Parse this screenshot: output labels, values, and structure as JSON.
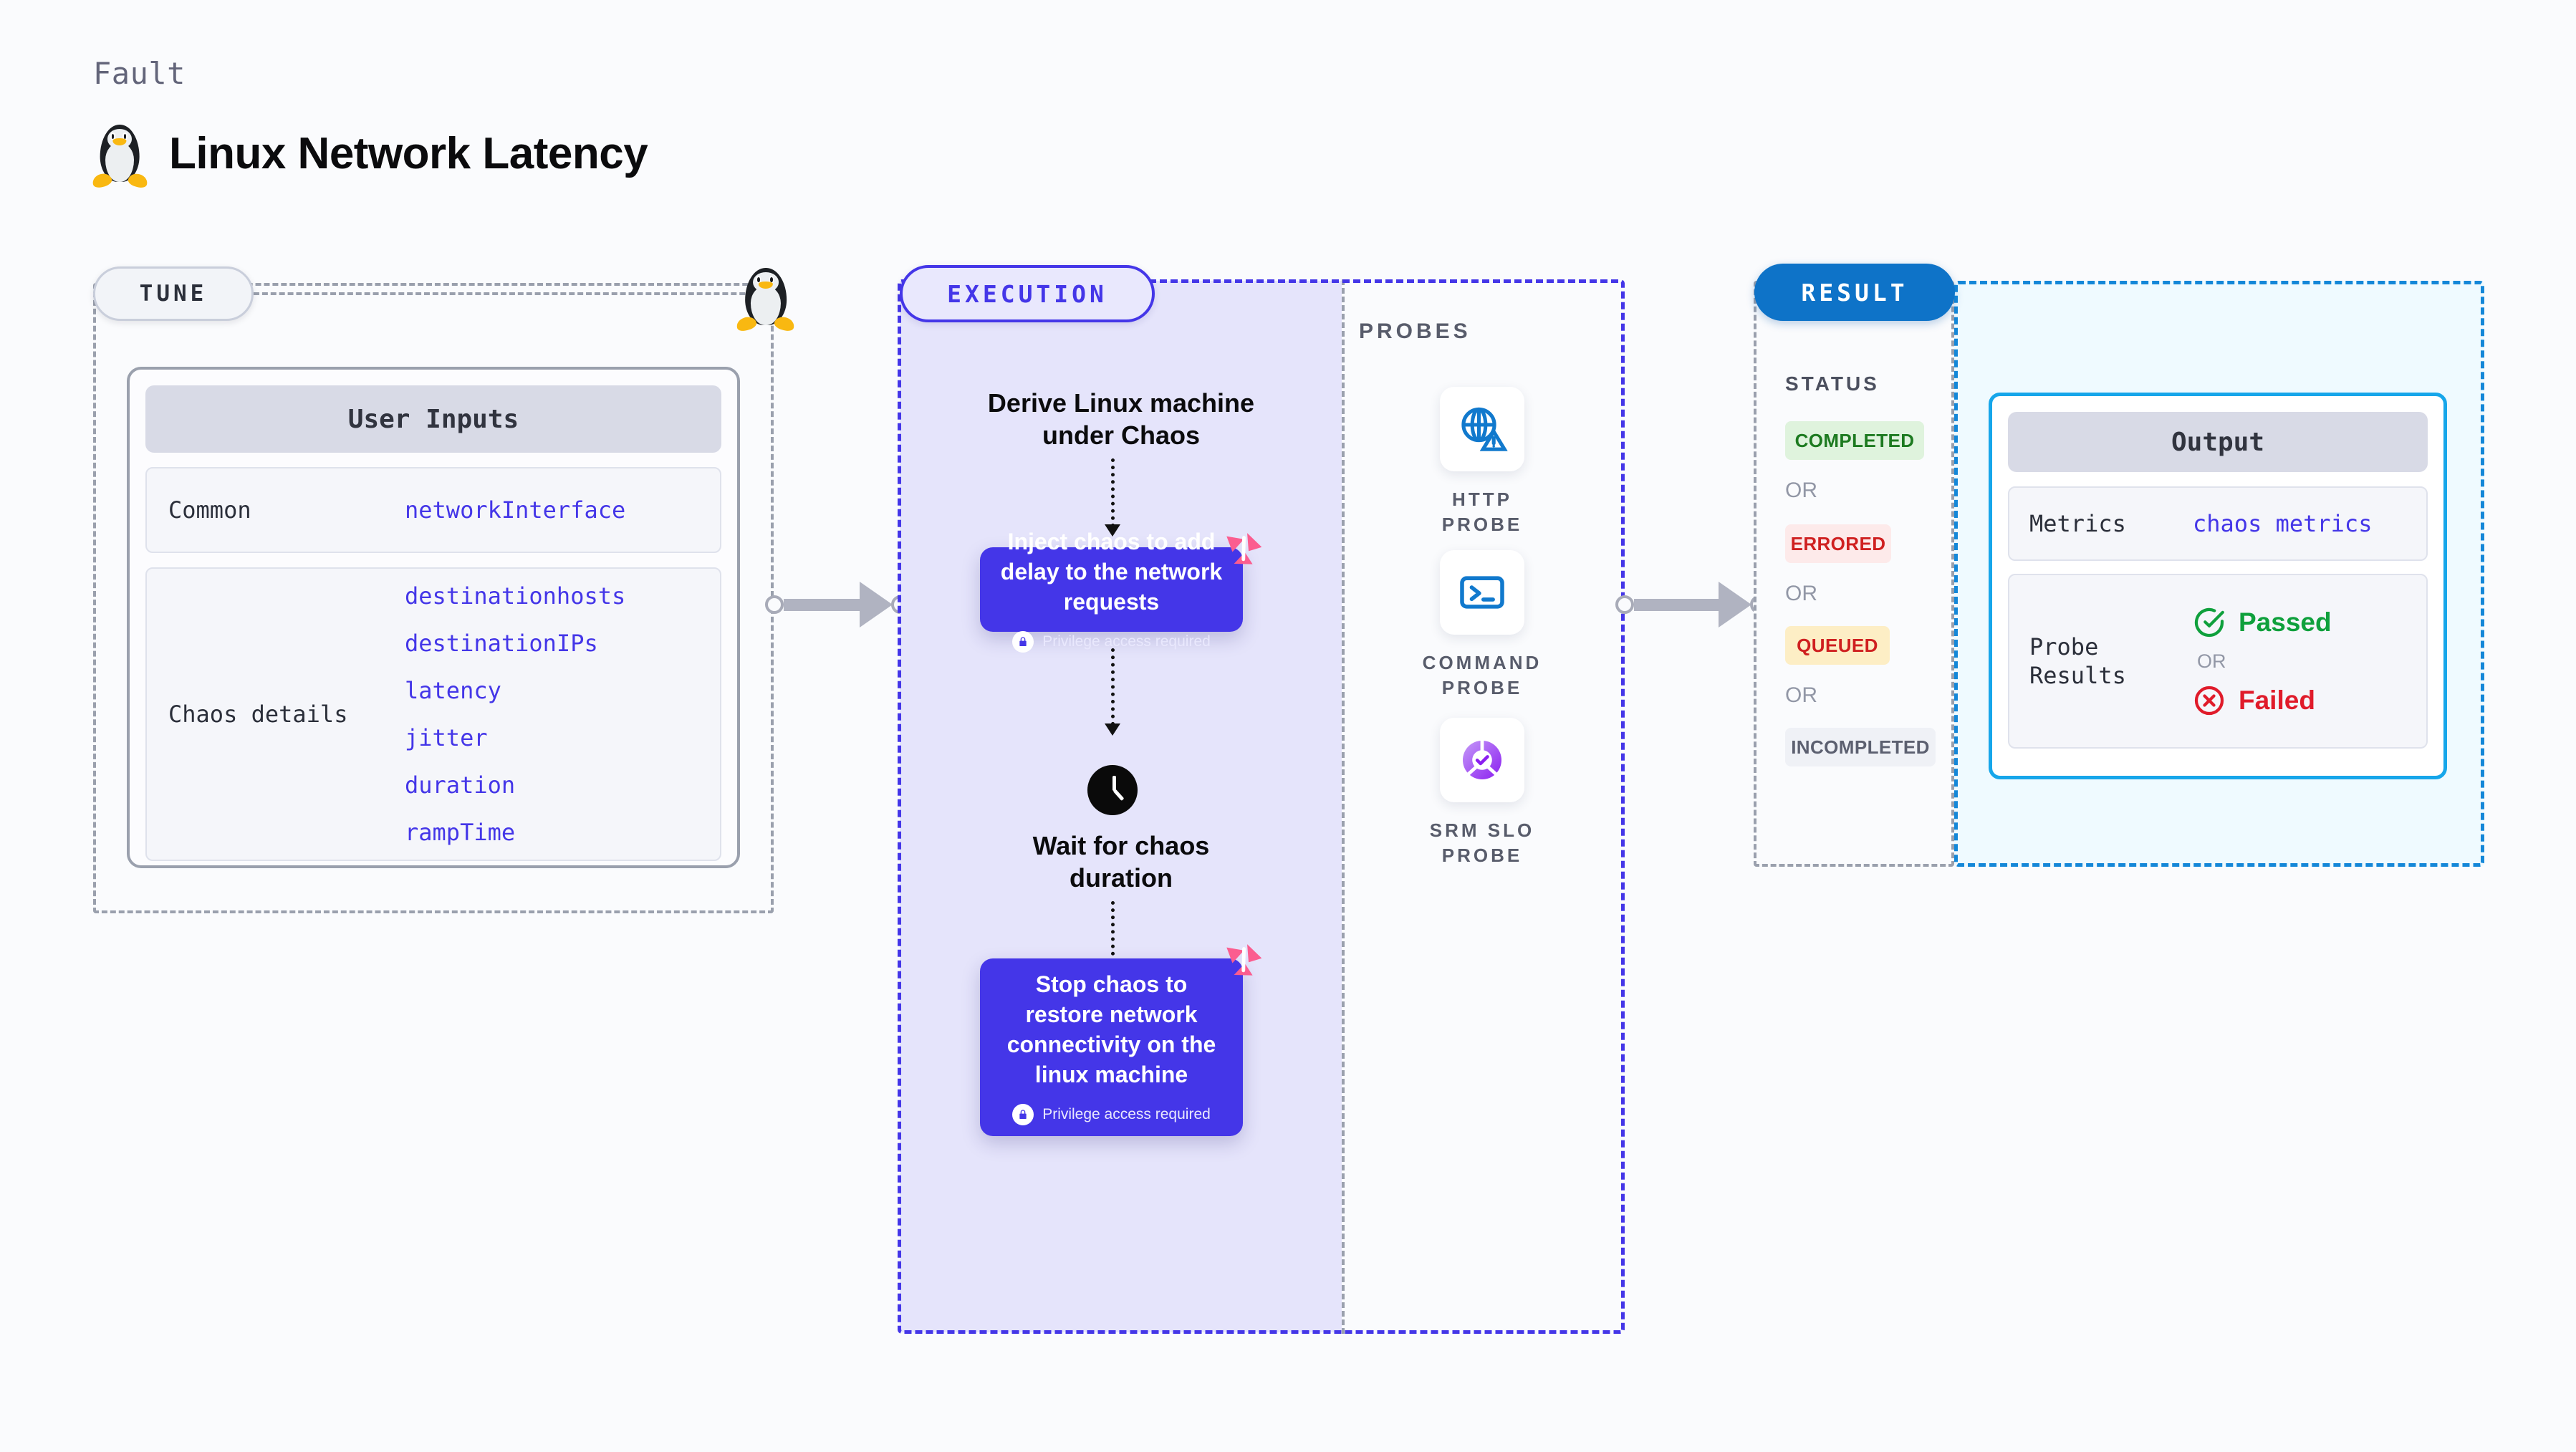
{
  "header": {
    "kicker": "Fault",
    "title": "Linux Network Latency",
    "icon": "linux-penguin-icon"
  },
  "tune": {
    "pill_label": "TUNE",
    "card_title": "User Inputs",
    "rows": [
      {
        "label": "Common",
        "values": [
          "networkInterface"
        ]
      },
      {
        "label": "Chaos details",
        "values": [
          "destinationhosts",
          "destinationIPs",
          "latency",
          "jitter",
          "duration",
          "rampTime"
        ]
      }
    ]
  },
  "execution": {
    "pill_label": "EXECUTION",
    "steps": {
      "derive_title": "Derive Linux machine\nunder Chaos",
      "inject_text": "Inject chaos to add delay to the network requests",
      "inject_privilege": "Privilege access required",
      "wait_title": "Wait for chaos\nduration",
      "stop_text": "Stop chaos to restore network connectivity on the linux machine",
      "stop_privilege": "Privilege access required"
    }
  },
  "probes": {
    "label": "PROBES",
    "items": [
      {
        "caption": "HTTP PROBE",
        "icon": "globe-warning-icon"
      },
      {
        "caption": "COMMAND PROBE",
        "icon": "terminal-prompt-icon"
      },
      {
        "caption": "SRM SLO PROBE",
        "icon": "slo-check-donut-icon"
      }
    ]
  },
  "result": {
    "pill_label": "RESULT",
    "status_label": "STATUS",
    "or_label": "OR",
    "statuses": [
      {
        "text": "COMPLETED",
        "bg": "#dff3dd",
        "fg": "#1d7a20"
      },
      {
        "text": "ERRORED",
        "bg": "#fdeaea",
        "fg": "#cf2020"
      },
      {
        "text": "QUEUED",
        "bg": "#fdeec5",
        "fg": "#cf2020"
      },
      {
        "text": "INCOMPLETED",
        "bg": "#eff1f6",
        "fg": "#5c6070"
      }
    ],
    "output": {
      "card_title": "Output",
      "metrics_label": "Metrics",
      "metrics_value": "chaos metrics",
      "probe_results_label": "Probe\nResults",
      "passed_text": "Passed",
      "failed_text": "Failed",
      "or_label": "OR"
    }
  },
  "colors": {
    "indigo": "#4436e8",
    "pink": "#fb5d8f",
    "result_blue": "#0e73c8",
    "cyan": "#16a6ea",
    "mono_value": "#4436e8"
  }
}
